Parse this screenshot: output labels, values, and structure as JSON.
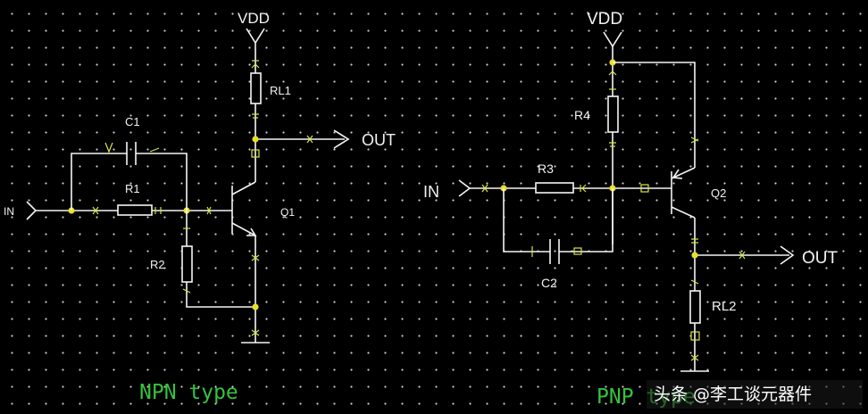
{
  "npn": {
    "vdd": "VDD",
    "rl": "RL1",
    "out": "OUT",
    "c": "C1",
    "r1": "R1",
    "in": "IN",
    "r2": "R2",
    "q": "Q1",
    "caption": "NPN type"
  },
  "pnp": {
    "vdd": "VDD",
    "r4": "R4",
    "r3": "R3",
    "in": "IN",
    "q": "Q2",
    "c": "C2",
    "out": "OUT",
    "rl": "RL2",
    "caption": "PNP type"
  },
  "watermark": "头条 @李工谈元器件",
  "colors": {
    "wire": "#f5f5f5",
    "junction": "#e8e028",
    "caption": "#36c23e",
    "pin_marker": "#d8e64a",
    "background": "#000000"
  }
}
